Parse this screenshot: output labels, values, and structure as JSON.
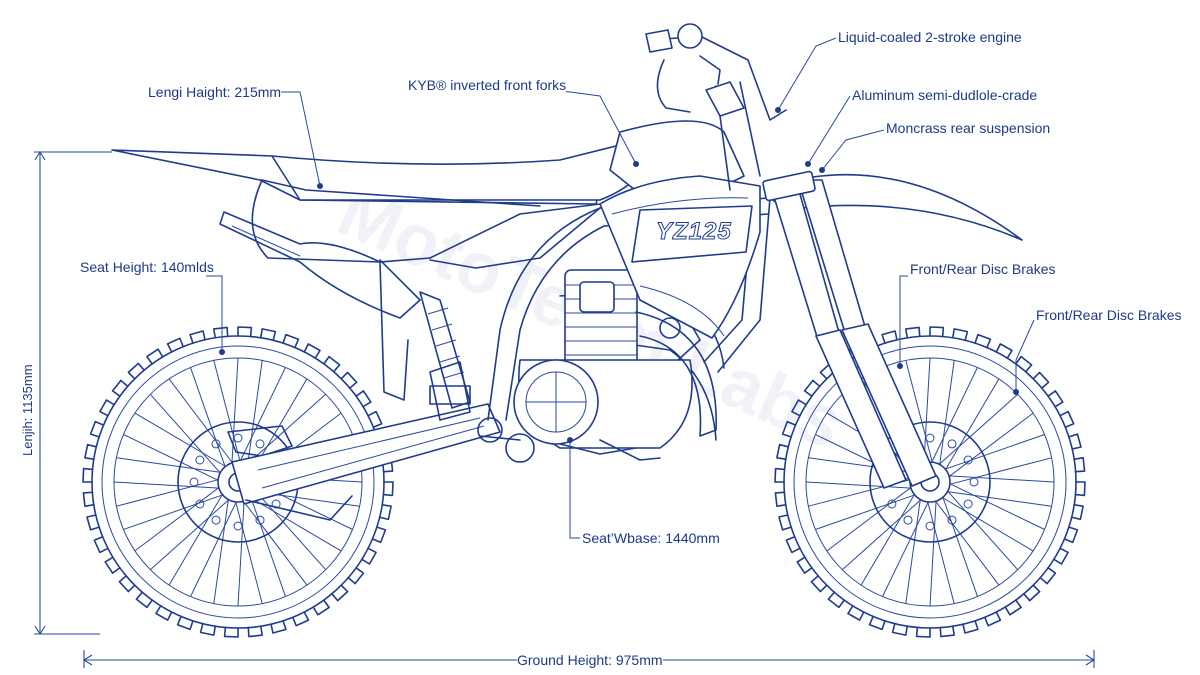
{
  "labels": {
    "engine": "Liquid-coaled 2-stroke engine",
    "frame": "Aluminum semi-dudlole-crade",
    "rear_suspension": "Moncrass rear suspension",
    "front_brakes": "Front/Rear Disc Brakes",
    "front_brakes_2": "Front/Rear Disc Brakes",
    "forks": "KYB® inverted front forks",
    "height_top": "Lengi Haight: 215mm",
    "seat_height": "Seat Height: 140mlds",
    "length": "Lenjih: 1135mm",
    "wheelbase": "Seat’Wbase: 1440mm",
    "ground_height": "Ground Height: 975mm"
  },
  "decal_text": "YZ125",
  "watermark_text": "MotoTeam Labs",
  "colors": {
    "ink": "#1f3c8c",
    "background": "#ffffff"
  }
}
